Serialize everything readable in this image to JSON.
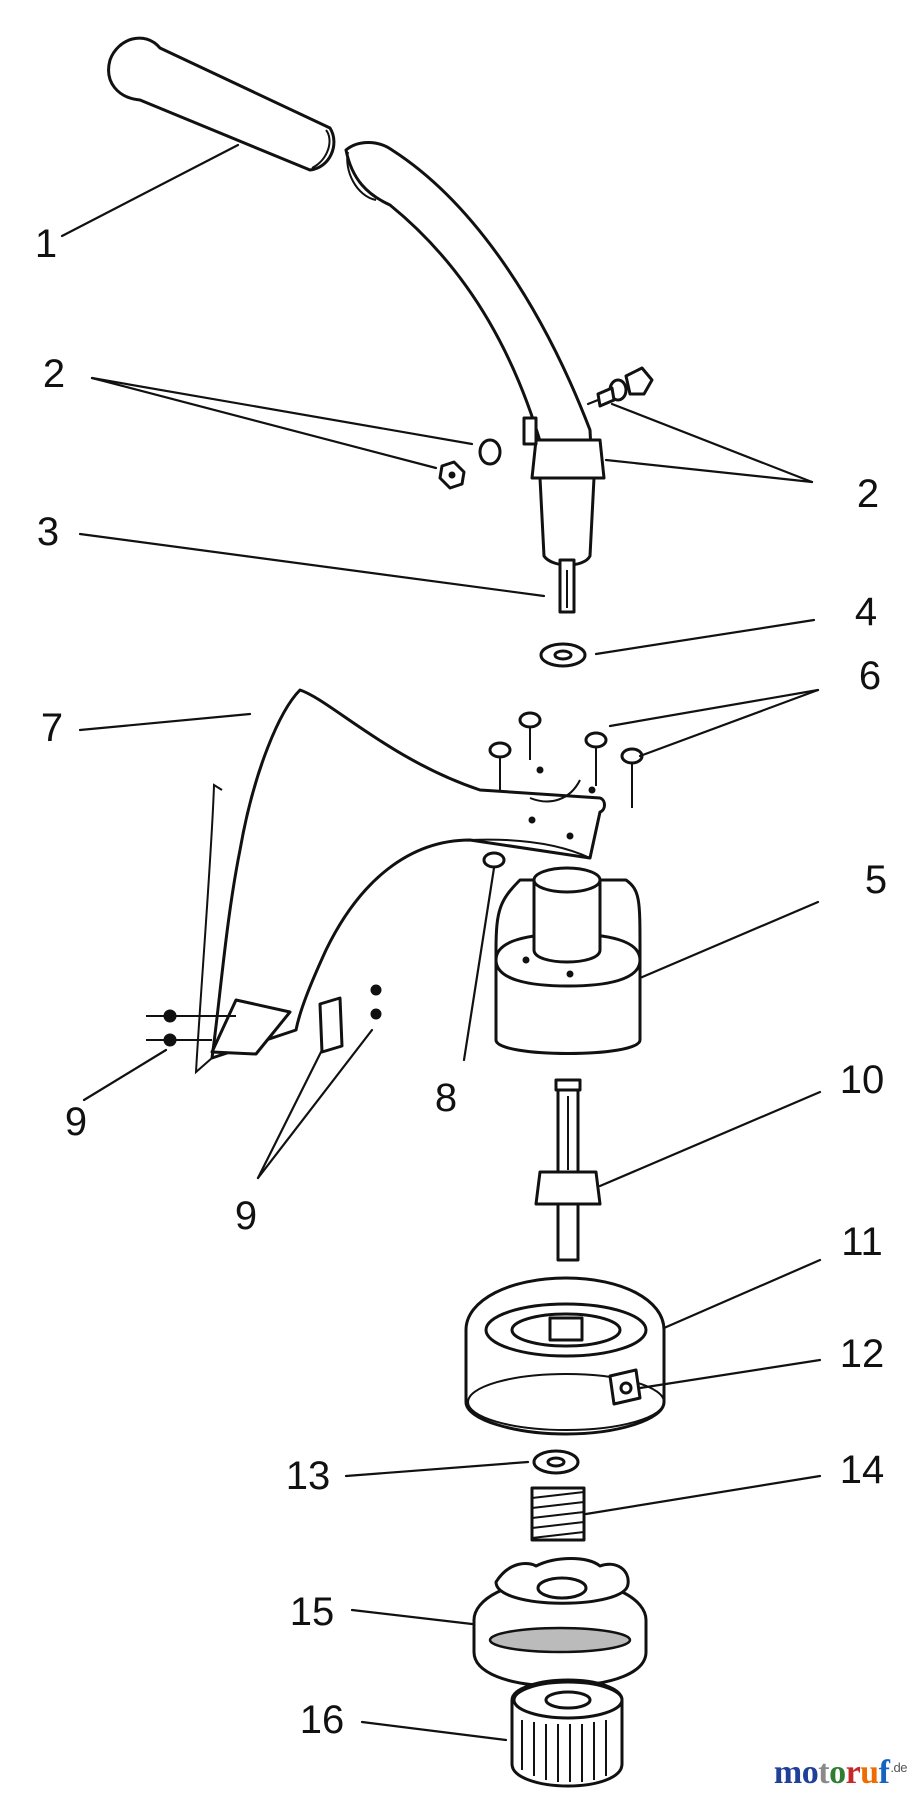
{
  "diagram": {
    "callouts": [
      {
        "id": "c1",
        "text": "1"
      },
      {
        "id": "c2a",
        "text": "2"
      },
      {
        "id": "c2b",
        "text": "2"
      },
      {
        "id": "c3",
        "text": "3"
      },
      {
        "id": "c4",
        "text": "4"
      },
      {
        "id": "c5",
        "text": "5"
      },
      {
        "id": "c6",
        "text": "6"
      },
      {
        "id": "c7",
        "text": "7"
      },
      {
        "id": "c8",
        "text": "8"
      },
      {
        "id": "c9a",
        "text": "9"
      },
      {
        "id": "c9b",
        "text": "9"
      },
      {
        "id": "c10",
        "text": "10"
      },
      {
        "id": "c11",
        "text": "11"
      },
      {
        "id": "c12",
        "text": "12"
      },
      {
        "id": "c13",
        "text": "13"
      },
      {
        "id": "c14",
        "text": "14"
      },
      {
        "id": "c15",
        "text": "15"
      },
      {
        "id": "c16",
        "text": "16"
      }
    ]
  },
  "watermark": {
    "letters": [
      "m",
      "o",
      "t",
      "o",
      "r",
      "u",
      "f"
    ],
    "letter_colors": [
      "#1f3f99",
      "#1f3f99",
      "#8a8a8a",
      "#2e7d32",
      "#c62828",
      "#ef6c00",
      "#1565c0"
    ],
    "suffix": ".de"
  }
}
